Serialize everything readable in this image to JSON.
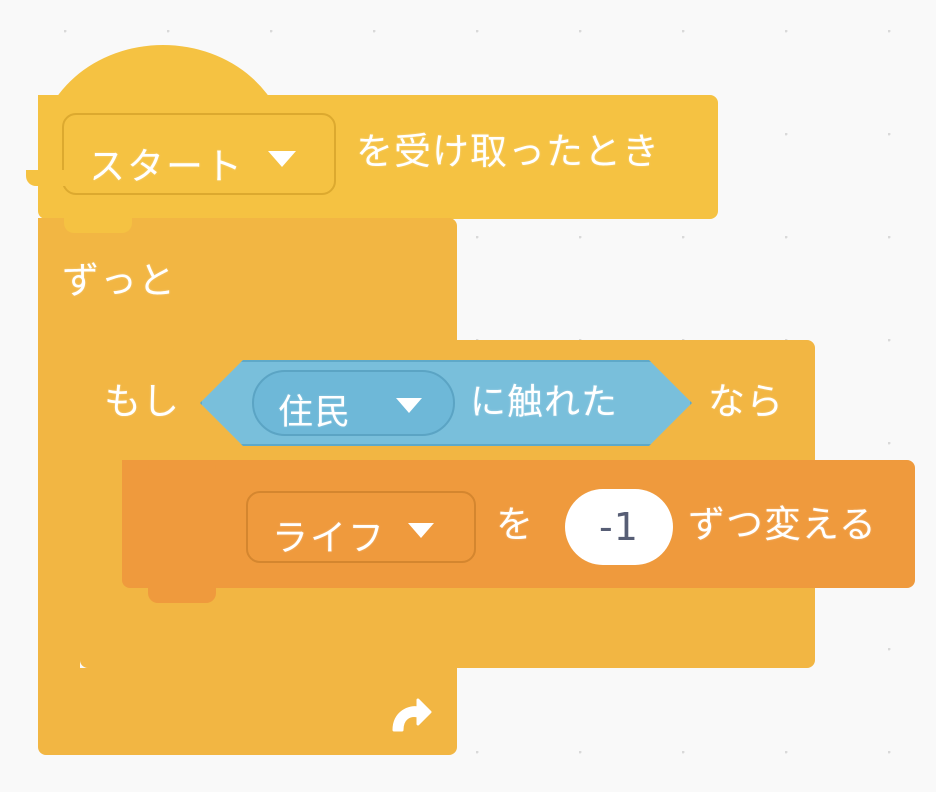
{
  "workspace": {
    "name": "scratch-block-workspace",
    "background_color": "#F9F9F9",
    "grid_dot_color": "#D9D9D9"
  },
  "palette": {
    "events_color": "#F5C242",
    "control_color": "#F2B643",
    "sensing_color": "#79BFDB",
    "variables_color": "#EF9A3D",
    "text_color": "#FFFFFF",
    "input_text_color": "#575E75",
    "input_bg_color": "#FFFFFF"
  },
  "script": {
    "hat": {
      "name": "when-i-receive-block",
      "dropdown_value": "スタート",
      "dropdown_caret": "caret-down-icon",
      "text_after": "を受け取ったとき"
    },
    "forever": {
      "name": "forever-block",
      "label": "ずっと",
      "loop_arrow": "loop-arrow-icon"
    },
    "if": {
      "name": "if-then-block",
      "label_if": "もし",
      "label_then": "なら",
      "condition": {
        "name": "touching-block",
        "dropdown_value": "住民",
        "dropdown_caret": "caret-down-icon",
        "text_after": "に触れた"
      }
    },
    "change_variable": {
      "name": "change-variable-by-block",
      "dropdown_value": "ライフ",
      "dropdown_caret": "caret-down-icon",
      "text_middle": "を",
      "value": "-1",
      "text_after": "ずつ変える"
    }
  }
}
